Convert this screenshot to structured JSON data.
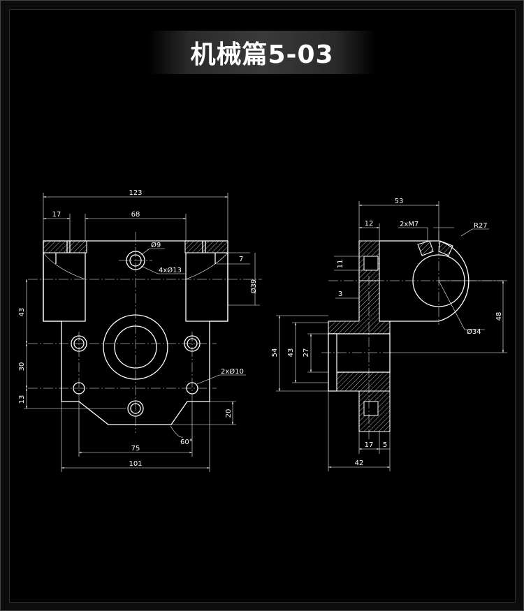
{
  "title": "机械篇5-03",
  "front_view": {
    "dims": {
      "overall_width": "123",
      "left_tab": "17",
      "slot_span": "68",
      "hole_small": "Ø9",
      "holes_4": "4xØ13",
      "side_step": "7",
      "bore_39": "Ø39",
      "height_43": "43",
      "spacing_30": "30",
      "offset_13": "13",
      "holes_2": "2xØ10",
      "height_20": "20",
      "angle": "60°",
      "bottom_75": "75",
      "bottom_101": "101"
    }
  },
  "side_view": {
    "dims": {
      "top_53": "53",
      "top_12": "12",
      "thread": "2xM7",
      "radius": "R27",
      "slot_11": "11",
      "step_3": "3",
      "height_48": "48",
      "bore_34": "Ø34",
      "height_54": "54",
      "height_43": "43",
      "height_27": "27",
      "bottom_17": "17",
      "bottom_5": "5",
      "bottom_42": "42"
    }
  }
}
